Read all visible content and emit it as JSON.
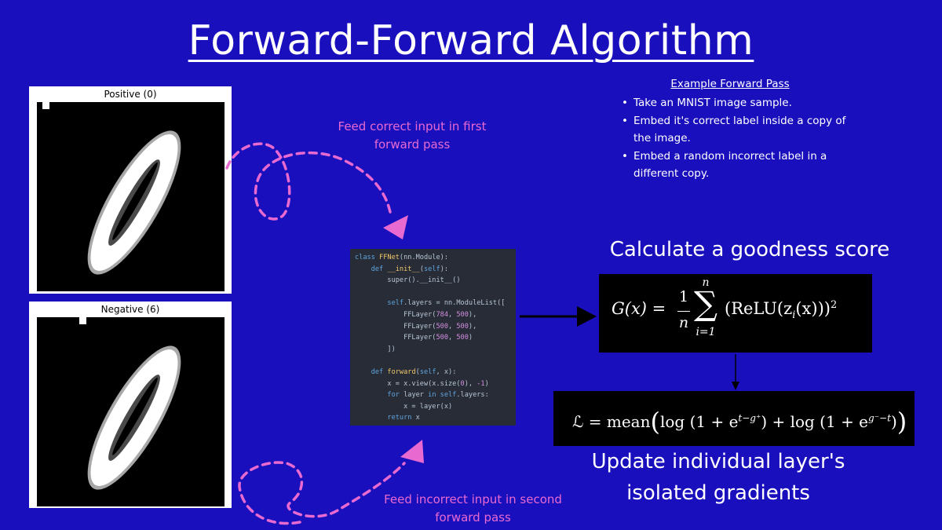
{
  "title": "Forward-Forward Algorithm",
  "positive_panel": {
    "label": "Positive (0)"
  },
  "negative_panel": {
    "label": "Negative (6)"
  },
  "feed_correct_text": [
    "Feed correct input in first",
    "forward pass"
  ],
  "feed_incorrect_text": [
    "Feed incorrect input in second",
    "forward pass"
  ],
  "code_lines": [
    [
      [
        "kw",
        "class "
      ],
      [
        "cl",
        "FFNet"
      ],
      [
        "txt",
        "(nn.Module):"
      ]
    ],
    [
      [
        "txt",
        "    "
      ],
      [
        "kw",
        "def "
      ],
      [
        "fn",
        "__init__"
      ],
      [
        "txt",
        "("
      ],
      [
        "kw",
        "self"
      ],
      [
        "txt",
        "):"
      ]
    ],
    [
      [
        "txt",
        "        super().__init__()"
      ]
    ],
    [
      [
        "txt",
        ""
      ]
    ],
    [
      [
        "txt",
        "        "
      ],
      [
        "kw",
        "self"
      ],
      [
        "txt",
        ".layers = nn.ModuleList(["
      ]
    ],
    [
      [
        "txt",
        "            FFLayer("
      ],
      [
        "num",
        "784"
      ],
      [
        "txt",
        ", "
      ],
      [
        "num",
        "500"
      ],
      [
        "txt",
        "),"
      ]
    ],
    [
      [
        "txt",
        "            FFLayer("
      ],
      [
        "num",
        "500"
      ],
      [
        "txt",
        ", "
      ],
      [
        "num",
        "500"
      ],
      [
        "txt",
        "),"
      ]
    ],
    [
      [
        "txt",
        "            FFLayer("
      ],
      [
        "num",
        "500"
      ],
      [
        "txt",
        ", "
      ],
      [
        "num",
        "500"
      ],
      [
        "txt",
        ")"
      ]
    ],
    [
      [
        "txt",
        "        ])"
      ]
    ],
    [
      [
        "txt",
        ""
      ]
    ],
    [
      [
        "txt",
        "    "
      ],
      [
        "kw",
        "def "
      ],
      [
        "fn",
        "forward"
      ],
      [
        "txt",
        "("
      ],
      [
        "kw",
        "self"
      ],
      [
        "txt",
        ", x):"
      ]
    ],
    [
      [
        "txt",
        "        x = x.view(x.size("
      ],
      [
        "num",
        "0"
      ],
      [
        "txt",
        "), "
      ],
      [
        "num",
        "-1"
      ],
      [
        "txt",
        ")"
      ]
    ],
    [
      [
        "txt",
        "        "
      ],
      [
        "kw",
        "for "
      ],
      [
        "txt",
        "layer "
      ],
      [
        "kw",
        "in self"
      ],
      [
        "txt",
        ".layers:"
      ]
    ],
    [
      [
        "txt",
        "            x = layer(x)"
      ]
    ],
    [
      [
        "txt",
        "        "
      ],
      [
        "kw",
        "return "
      ],
      [
        "txt",
        "x"
      ]
    ]
  ],
  "example": {
    "title": "Example Forward Pass",
    "items": [
      "Take an MNIST image sample.",
      "Embed it's correct label inside a copy of the image.",
      "Embed a random incorrect label in a different copy."
    ]
  },
  "goodness_heading": "Calculate a goodness score",
  "goodness_formula": {
    "lhs": "G(x) =",
    "frac_num": "1",
    "frac_den": "n",
    "sum_top": "n",
    "sum_bottom": "i=1",
    "body": "(ReLU(z",
    "body_sub": "i",
    "body_rest": "(x)))",
    "exponent": "2"
  },
  "loss_formula": {
    "lhs": "ℒ = mean",
    "term1": "log (1 + e",
    "term1_exp": "t−g⁺",
    "plus": ") + log (1 + e",
    "term2_exp": "g⁻−t",
    "close": ")"
  },
  "update_heading": [
    "Update individual layer's",
    "isolated gradients"
  ],
  "colors": {
    "background": "#1a0fbd",
    "pink": "#e86ad1",
    "code_bg": "#272c36"
  }
}
